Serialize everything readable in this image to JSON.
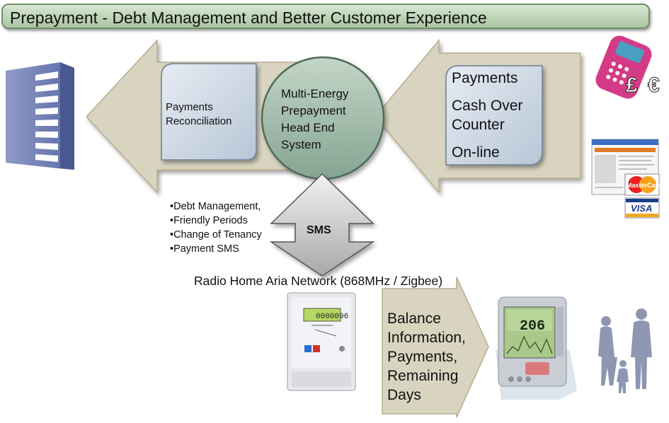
{
  "title": "Prepayment  - Debt Management and  Better Customer Experience",
  "payments_reconciliation": [
    "Payments",
    "Reconciliation"
  ],
  "head_end": [
    "Multi-Energy",
    "Prepayment",
    "Head End",
    "System"
  ],
  "payments": [
    "Payments",
    "Cash Over",
    "Counter",
    "On-line"
  ],
  "sms_functions": [
    "•Debt Management,",
    "•Friendly Periods",
    "•Change of Tenancy",
    "•Payment SMS"
  ],
  "sms_label": "SMS",
  "network_label": "Radio Home Aria Network (868MHz  / Zigbee)",
  "balance_info": [
    "Balance",
    "Information,",
    "Payments,",
    "Remaining",
    "Days"
  ],
  "meter_display": "0000096",
  "ihd_display": "206",
  "card_text": {
    "mastercard": "MasterCard",
    "visa": "VISA",
    "pound": "£",
    "euro": "€"
  },
  "colors": {
    "arrow_fill": "#d9d3bd",
    "box_fill": "#cfd8e3",
    "circle_fill": "#9fbba9",
    "title_fill": "#b8d0b0"
  }
}
